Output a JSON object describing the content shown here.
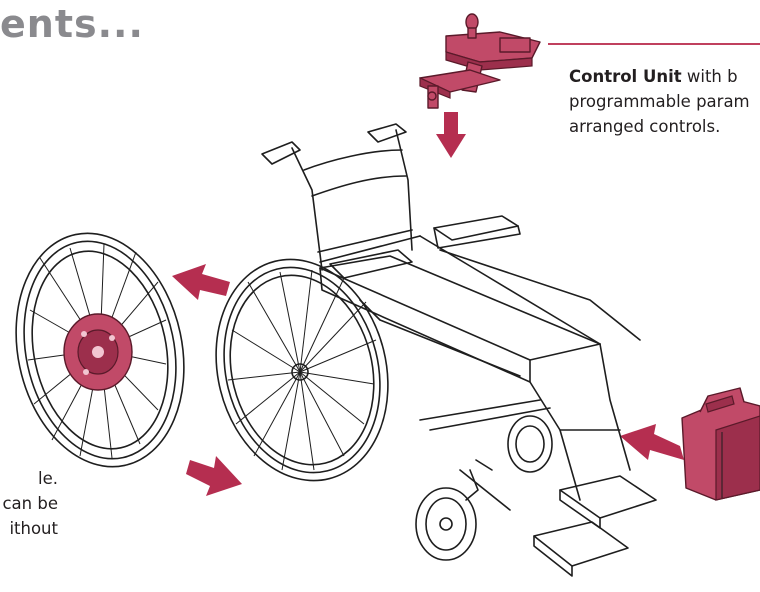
{
  "heading": "ents...",
  "control_unit": {
    "title": "Control Unit",
    "line1_rest": " with b",
    "line2": "programmable param",
    "line3": "arranged controls."
  },
  "left_text": {
    "line1": "le.",
    "line2": "can be",
    "line3": "ithout"
  },
  "colors": {
    "accent": "#c14a68",
    "arrow": "#b52e50",
    "heading": "#8a8a8e",
    "rule": "#c0405e"
  },
  "icons": [
    "arrow-down-icon",
    "arrow-left-icon",
    "arrow-right-icon"
  ]
}
